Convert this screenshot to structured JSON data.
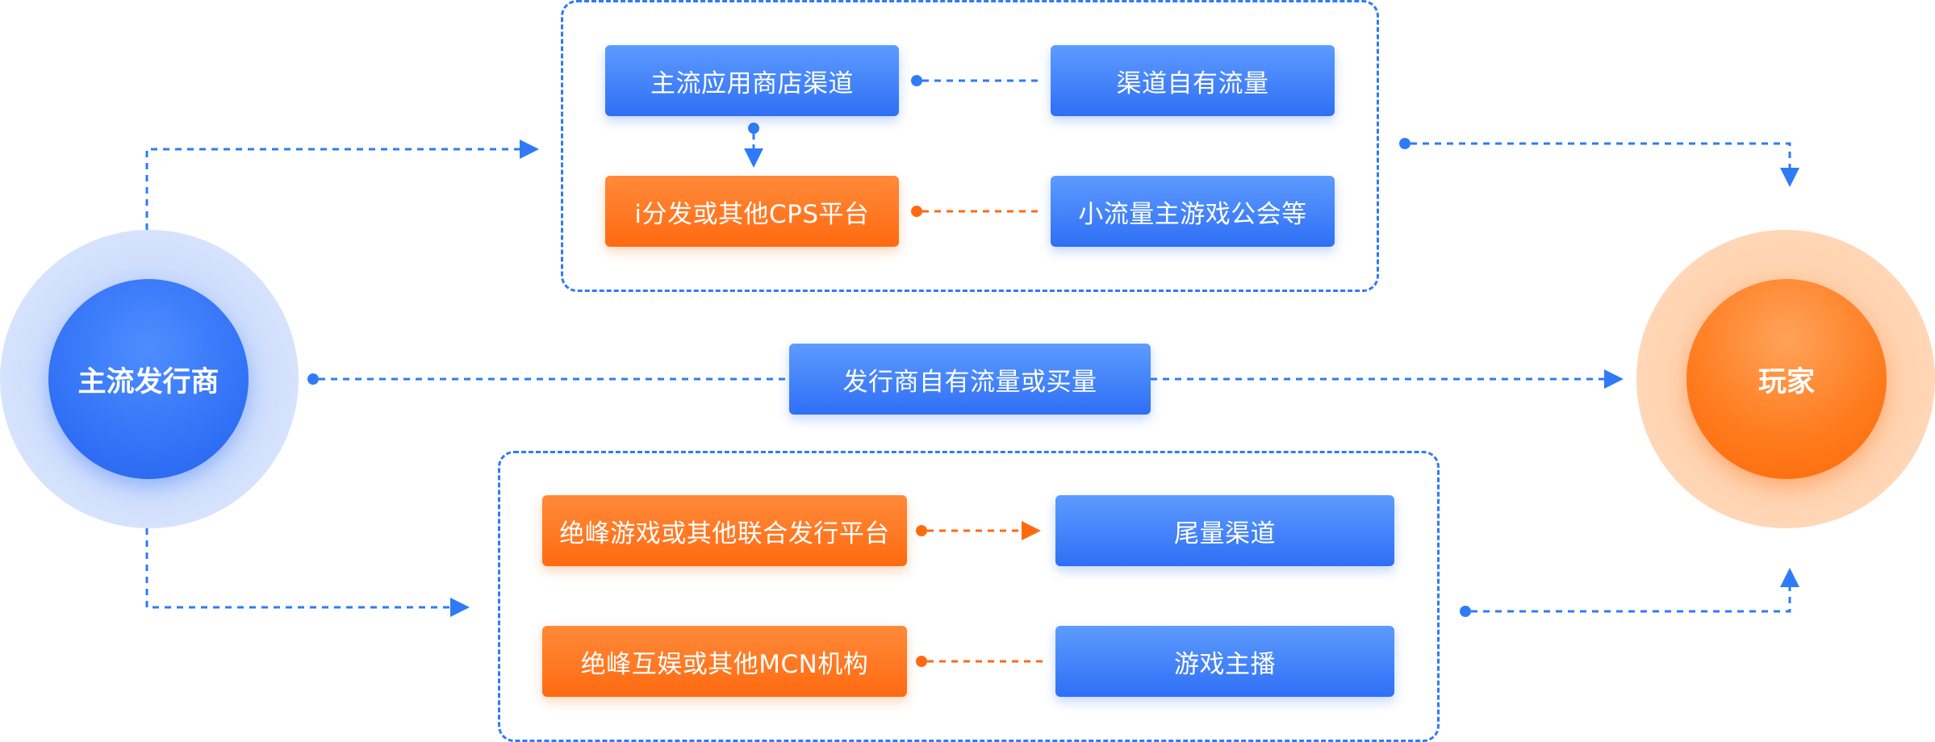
{
  "nodes": {
    "publisher": "主流发行商",
    "player": "玩家"
  },
  "top_group": {
    "app_store": "主流应用商店渠道",
    "channel_traffic": "渠道自有流量",
    "cps_platform": "i分发或其他CPS平台",
    "small_traffic": "小流量主游戏公会等"
  },
  "middle": {
    "publisher_traffic": "发行商自有流量或买量"
  },
  "bottom_group": {
    "joint_platform": "绝峰游戏或其他联合发行平台",
    "tail_channel": "尾量渠道",
    "mcn": "绝峰互娱或其他MCN机构",
    "streamer": "游戏主播"
  },
  "colors": {
    "blue": "#2f6ff5",
    "orange": "#ff6a10",
    "connector_blue": "#2f7bf5",
    "connector_orange": "#ff6a10"
  }
}
